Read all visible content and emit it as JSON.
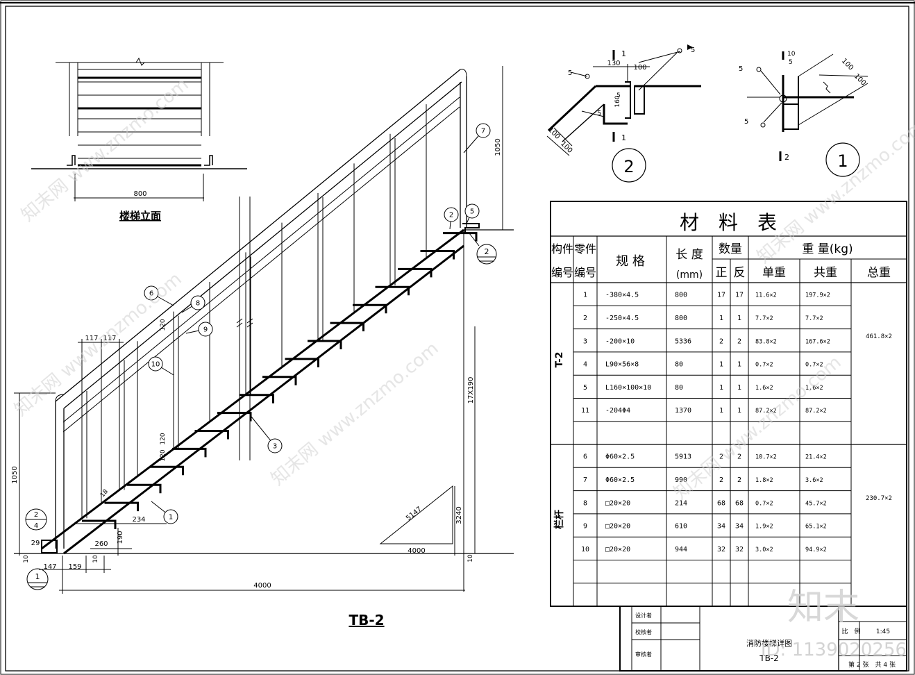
{
  "elevation": {
    "title": "楼梯立面",
    "width_dim": "800"
  },
  "main_view": {
    "title": "TB-2",
    "dims": {
      "total_span": "4000",
      "slope_span": "4000",
      "slope_len": "5147",
      "rail_height": "1050",
      "rail_height_top": "1050",
      "rise_total": "3240",
      "riser_note": "17X190",
      "baluster_gap_a": "117",
      "baluster_gap_b": "117",
      "rail_drop": "120",
      "mid_a": "120",
      "mid_b": "120",
      "tread": "234",
      "going": "260",
      "riser": "190",
      "base_a": "147",
      "base_b": "159",
      "base_c": "10",
      "base_d": "10",
      "base_e": "29",
      "base_f": "10",
      "slope_note": "18"
    },
    "callouts": [
      "1",
      "2",
      "3",
      "5",
      "6",
      "7",
      "8",
      "9",
      "10"
    ],
    "section_marks": {
      "top_right": "2",
      "bottom_left": "1",
      "left_detail_top": "2",
      "left_detail_bottom": "4"
    }
  },
  "detail_2": {
    "label": "2",
    "cut_label": "1",
    "dims": [
      "130",
      "100",
      "160",
      "100",
      "100",
      "5",
      "5",
      "5"
    ],
    "weld": "5"
  },
  "detail_1": {
    "label": "1",
    "cut_label": "2",
    "dims": [
      "100",
      "100",
      "10",
      "5",
      "5",
      "5"
    ]
  },
  "material_table": {
    "title": "材　料　表",
    "headers": {
      "member_no": "构件\n编号",
      "part_no": "零件\n编号",
      "spec": "规 格",
      "length": "长 度",
      "length_unit": "(mm)",
      "qty": "数量",
      "qty_pos": "正",
      "qty_neg": "反",
      "weight": "重 量(kg)",
      "unit_w": "单重",
      "total_w": "共重",
      "sum_w": "总重"
    },
    "groups": [
      {
        "member": "T-2",
        "sum": "461.8×2",
        "rows": [
          {
            "no": "1",
            "spec": "-380×4.5",
            "len": "800",
            "p": "17",
            "n": "17",
            "unit": "11.6×2",
            "total": "197.9×2"
          },
          {
            "no": "2",
            "spec": "-250×4.5",
            "len": "800",
            "p": "1",
            "n": "1",
            "unit": "7.7×2",
            "total": "7.7×2"
          },
          {
            "no": "3",
            "spec": "-200×10",
            "len": "5336",
            "p": "2",
            "n": "2",
            "unit": "83.8×2",
            "total": "167.6×2"
          },
          {
            "no": "4",
            "spec": "L90×56×8",
            "len": "80",
            "p": "1",
            "n": "1",
            "unit": "0.7×2",
            "total": "0.7×2"
          },
          {
            "no": "5",
            "spec": "L160×100×10",
            "len": "80",
            "p": "1",
            "n": "1",
            "unit": "1.6×2",
            "total": "1.6×2"
          },
          {
            "no": "11",
            "spec": "-204Φ4",
            "len": "1370",
            "p": "1",
            "n": "1",
            "unit": "87.2×2",
            "total": "87.2×2"
          },
          {
            "no": "",
            "spec": "",
            "len": "",
            "p": "",
            "n": "",
            "unit": "",
            "total": ""
          }
        ]
      },
      {
        "member": "栏杆",
        "sum": "230.7×2",
        "rows": [
          {
            "no": "6",
            "spec": "Φ60×2.5",
            "len": "5913",
            "p": "2",
            "n": "2",
            "unit": "10.7×2",
            "total": "21.4×2"
          },
          {
            "no": "7",
            "spec": "Φ60×2.5",
            "len": "990",
            "p": "2",
            "n": "2",
            "unit": "1.8×2",
            "total": "3.6×2"
          },
          {
            "no": "8",
            "spec": "□20×20",
            "len": "214",
            "p": "68",
            "n": "68",
            "unit": "0.7×2",
            "total": "45.7×2"
          },
          {
            "no": "9",
            "spec": "□20×20",
            "len": "610",
            "p": "34",
            "n": "34",
            "unit": "1.9×2",
            "total": "65.1×2"
          },
          {
            "no": "10",
            "spec": "□20×20",
            "len": "944",
            "p": "32",
            "n": "32",
            "unit": "3.0×2",
            "total": "94.9×2"
          },
          {
            "no": "",
            "spec": "",
            "len": "",
            "p": "",
            "n": "",
            "unit": "",
            "total": ""
          },
          {
            "no": "",
            "spec": "",
            "len": "",
            "p": "",
            "n": "",
            "unit": "",
            "total": ""
          }
        ]
      }
    ]
  },
  "title_block": {
    "roles": [
      "设计者",
      "校核者",
      "审核者"
    ],
    "drawing_name": "消防楼梯详图",
    "drawing_no": "TB-2",
    "scale_label": "比　例",
    "scale_value": "1:45",
    "sheet_label": "第 2 张　共 4 张"
  },
  "watermarks": {
    "site": "知末网 www.znzmo.com",
    "brand": "知末",
    "id": "ID: 1139020256"
  }
}
